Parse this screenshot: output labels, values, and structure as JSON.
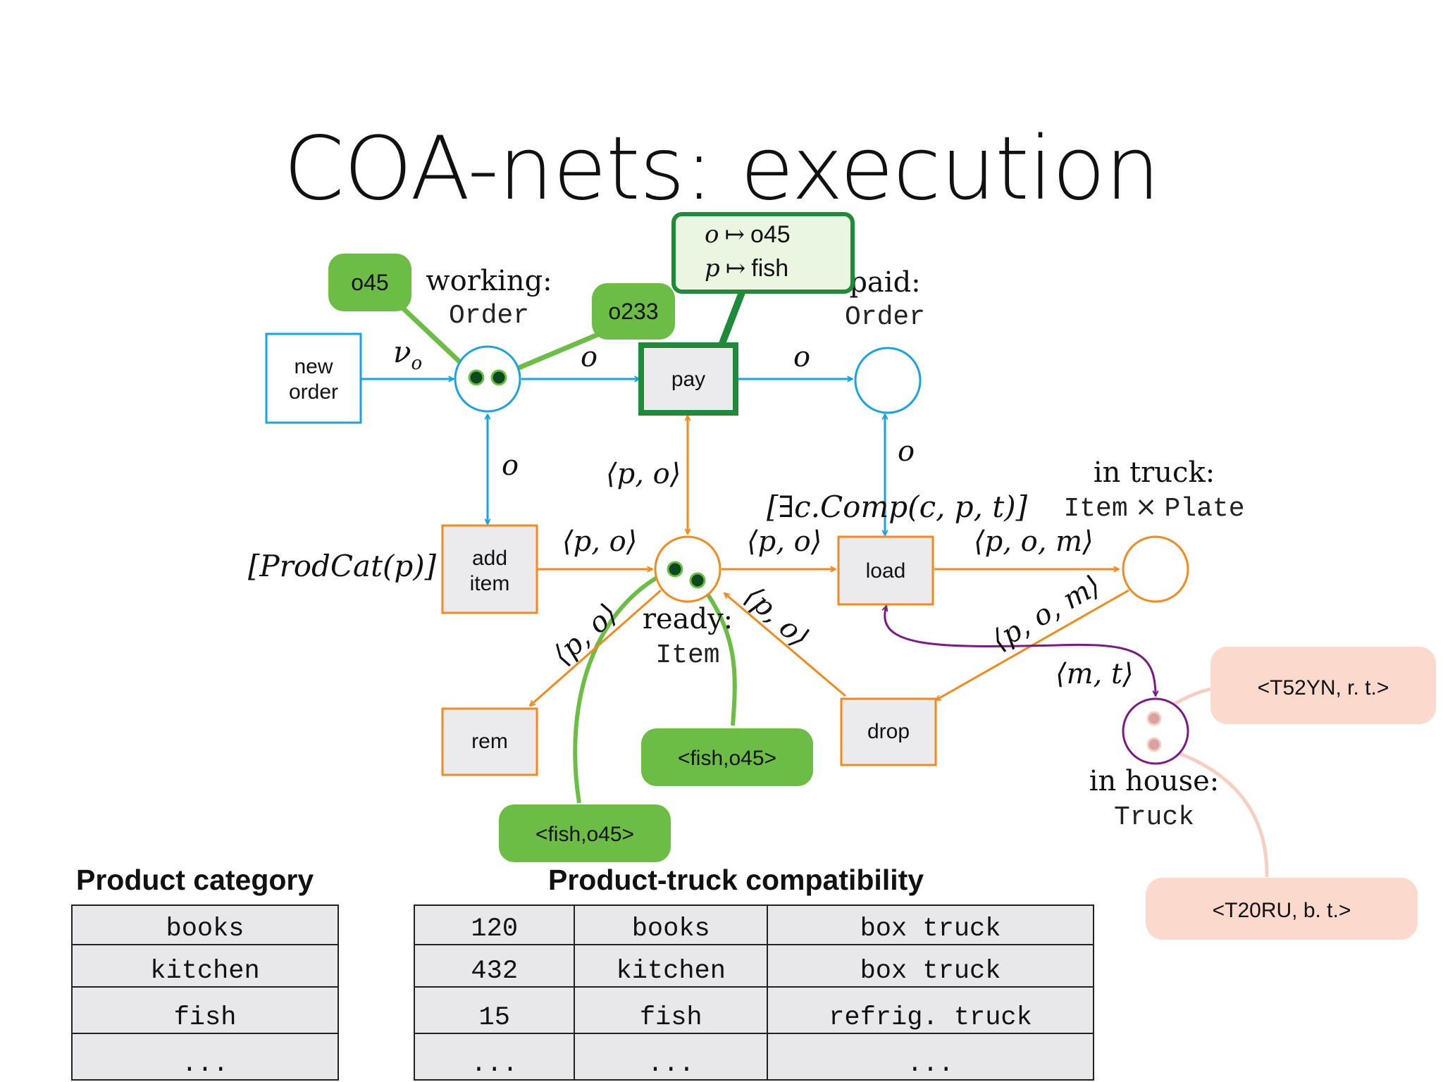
{
  "slide": {
    "title": "COA-nets: execution"
  },
  "net": {
    "transitions": {
      "new_order": [
        "new",
        "order"
      ],
      "pay": "pay",
      "add_item": [
        "add",
        "item"
      ],
      "load": "load",
      "rem": "rem",
      "drop": "drop"
    },
    "places": {
      "working": {
        "name": "working:",
        "type": "Order"
      },
      "paid": {
        "name": "paid:",
        "type": "Order"
      },
      "ready": {
        "name": "ready:",
        "type": "Item"
      },
      "in_truck": {
        "name": "in truck:",
        "type_a": "Item",
        "times": "×",
        "type_b": "Plate"
      },
      "in_house": {
        "name": "in house:",
        "type": "Truck"
      }
    },
    "arc_labels": {
      "nu_o": "ν",
      "nu_o_sub": "o",
      "o_working_pay": "o",
      "o_pay_paid": "o",
      "o_working_add": "o",
      "o_paid_load": "o",
      "po_pay_ready": "⟨p, o⟩",
      "po_add_ready": "⟨p, o⟩",
      "po_ready_load": "⟨p, o⟩",
      "pom_load_truck": "⟨p, o, m⟩",
      "po_ready_rem": "⟨p, o⟩",
      "po_drop_ready": "⟨p, o⟩",
      "pom_truck_drop": "⟨p, o, m⟩",
      "mt_load_house": "⟨m, t⟩"
    },
    "guards": {
      "add_item": "[ProdCat(p)]",
      "load": "[∃c.Comp(c, p, t)]"
    },
    "binding": {
      "line1_var": "o",
      "line1_arrow": "↦",
      "line1_val": "o45",
      "line2_var": "p",
      "line2_arrow": "↦",
      "line2_val": "fish"
    },
    "tokens": {
      "o45": "o45",
      "o233": "o233",
      "item_a": "<fish,o45>",
      "item_b": "<fish,o45>",
      "truck_a": "<T52YN, r. t.>",
      "truck_b": "<T20RU, b. t.>"
    }
  },
  "tables": {
    "product_category": {
      "title": "Product category",
      "rows": [
        [
          "books"
        ],
        [
          "kitchen"
        ],
        [
          "fish"
        ],
        [
          "..."
        ]
      ]
    },
    "compatibility": {
      "title": "Product-truck compatibility",
      "rows": [
        [
          "120",
          "books",
          "box truck"
        ],
        [
          "432",
          "kitchen",
          "box truck"
        ],
        [
          "15",
          "fish",
          "refrig. truck"
        ],
        [
          "...",
          "...",
          "..."
        ]
      ]
    }
  },
  "colors": {
    "blue": "#1aa3e0",
    "orange": "#f28a1e",
    "green": "#6cbd45",
    "dark_green": "#1e8a3a",
    "token_dark": "#0b4a1c",
    "purple": "#7a1a86",
    "pink": "#fbd9cc",
    "pink_line": "#f6cfc3",
    "box_fill": "#ebebed"
  }
}
